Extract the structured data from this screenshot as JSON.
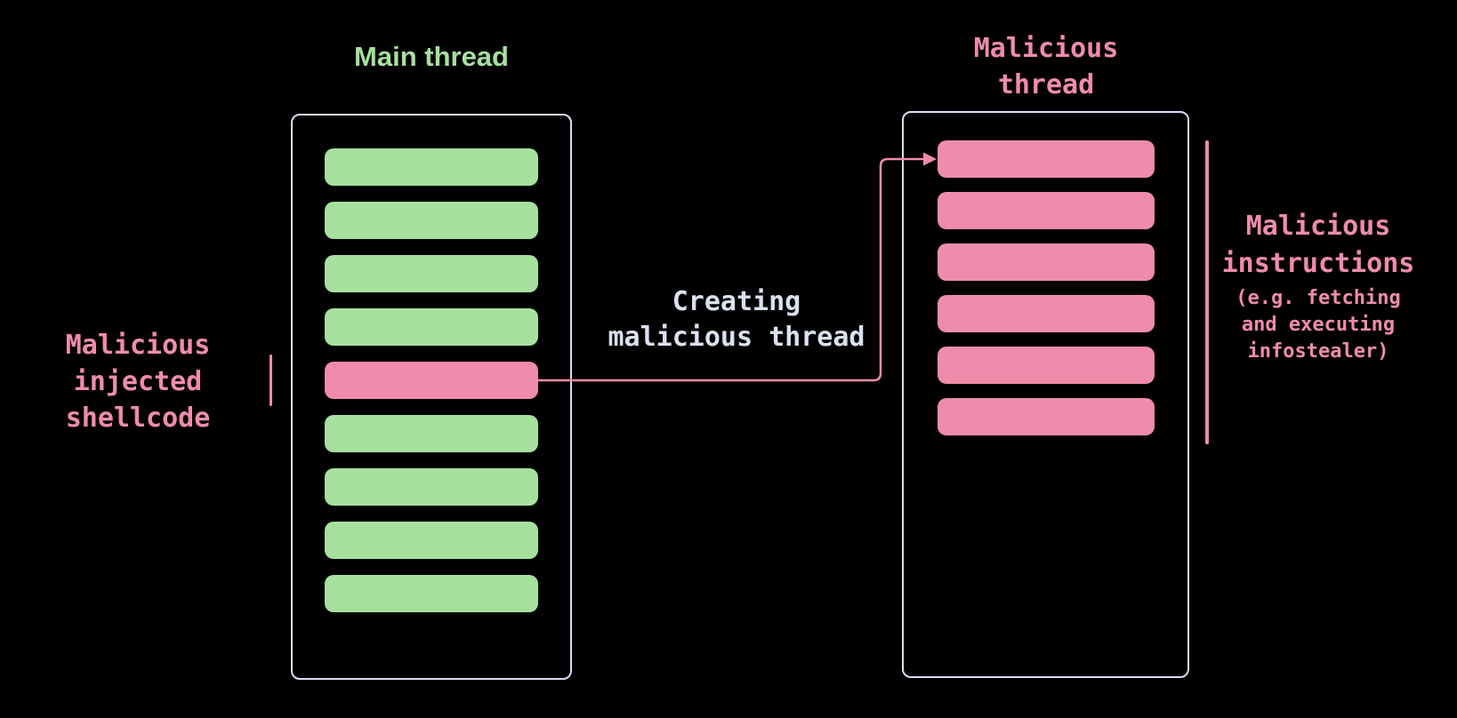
{
  "palette": {
    "background": "#000000",
    "green": "#a7e09f",
    "pink": "#f08cab",
    "box_border": "#d9def4",
    "light_text": "#dce1f0"
  },
  "main_thread": {
    "title": "Main thread",
    "blocks": [
      "green",
      "green",
      "green",
      "green",
      "pink",
      "green",
      "green",
      "green",
      "green"
    ]
  },
  "malicious_thread": {
    "title_lines": [
      "Malicious",
      "thread"
    ],
    "blocks": [
      "pink",
      "pink",
      "pink",
      "pink",
      "pink",
      "pink"
    ]
  },
  "annotations": {
    "shellcode_label": {
      "lines": [
        "Malicious",
        "injected",
        "shellcode"
      ]
    },
    "creating_label": {
      "lines": [
        "Creating",
        "malicious thread"
      ]
    },
    "instructions_label": {
      "title_lines": [
        "Malicious",
        "instructions"
      ],
      "subtitle_lines": [
        "(e.g. fetching",
        "and executing",
        "infostealer)"
      ]
    }
  }
}
